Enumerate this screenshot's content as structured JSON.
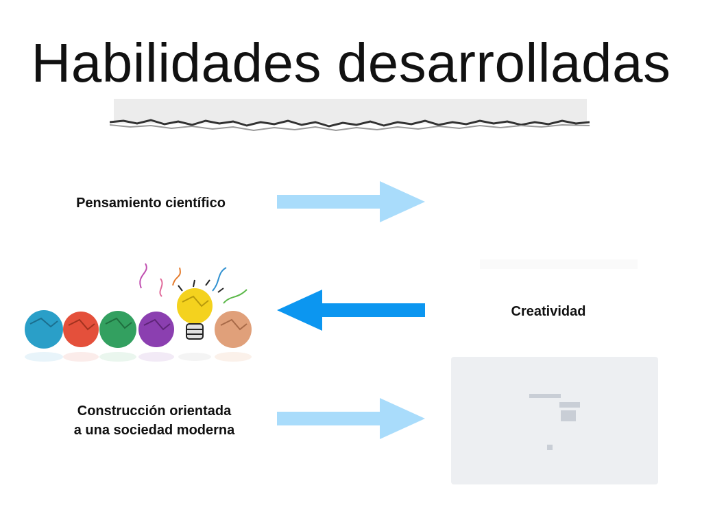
{
  "slide": {
    "title": "Habilidades desarrolladas",
    "items": [
      {
        "label": "Pensamiento científico",
        "arrow_direction": "right",
        "arrow_color": "#a9dcfb"
      },
      {
        "label": "Creatividad",
        "arrow_direction": "left",
        "arrow_color": "#0c96f0"
      },
      {
        "label_line1": "Construcción orientada",
        "label_line2": "a una sociedad moderna",
        "arrow_direction": "right",
        "arrow_color": "#a9dcfb"
      }
    ]
  },
  "illustration": {
    "paper_ball_colors": [
      "#2a9fc8",
      "#e4503b",
      "#33a060",
      "#8b3fb0",
      "#f4d21e",
      "#e0a07a"
    ]
  }
}
